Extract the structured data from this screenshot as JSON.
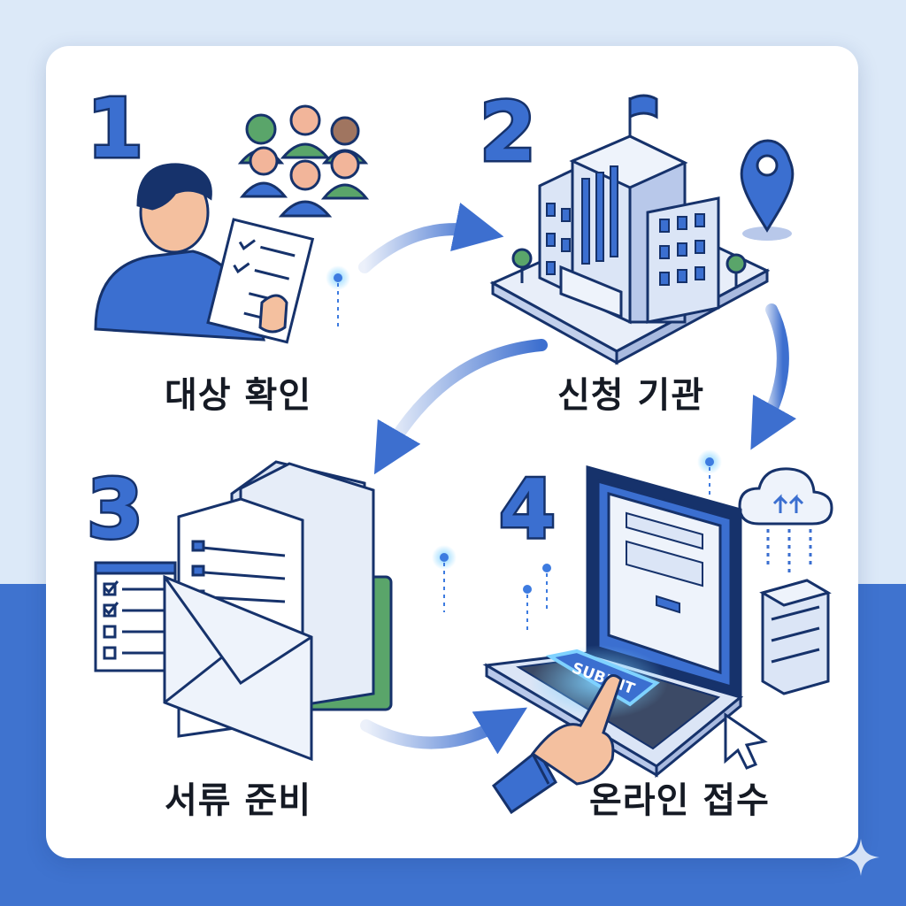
{
  "steps": [
    {
      "number": "1",
      "label": "대상 확인"
    },
    {
      "number": "2",
      "label": "신청 기관"
    },
    {
      "number": "3",
      "label": "서류 준비"
    },
    {
      "number": "4",
      "label": "온라인 접수"
    }
  ],
  "submit_button": {
    "label": "SUBMIT"
  },
  "colors": {
    "primary_blue": "#3b6fd0",
    "navy_outline": "#16326b",
    "green": "#5aa56a",
    "background": "#dce9f8"
  },
  "icons": [
    "person-reading-checklist",
    "group-icon",
    "office-building-icon",
    "map-pin-icon",
    "document-folder-icon",
    "checklist-icon",
    "envelope-icon",
    "laptop-icon",
    "cloud-upload-icon",
    "server-icon",
    "cursor-icon",
    "pointing-hand-icon"
  ]
}
